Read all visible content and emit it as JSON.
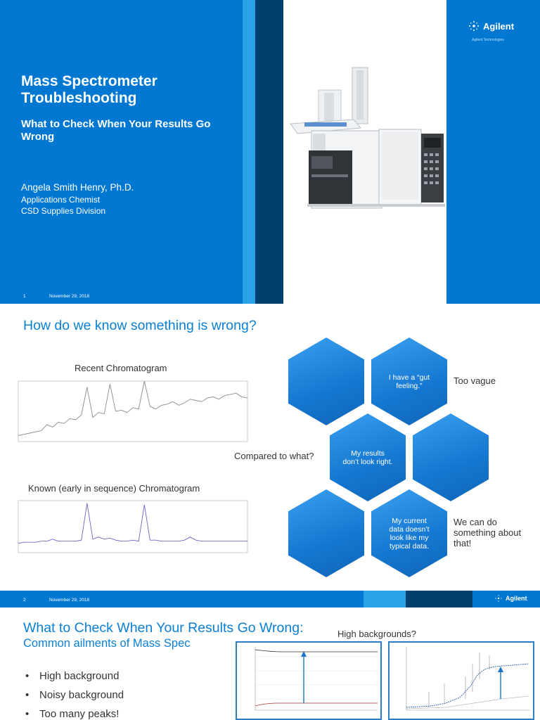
{
  "brand": {
    "name": "Agilent",
    "tagline": "Agilent Technologies",
    "colors": {
      "primary_blue": "#0078d2",
      "light_blue": "#27a3e6",
      "dark_blue": "#003f6e",
      "heading_blue": "#0a7fd6",
      "hex_blue": "#1577d0"
    }
  },
  "slide1": {
    "title": "Mass Spectrometer Troubleshooting",
    "subtitle": "What to Check When Your Results Go Wrong",
    "author": "Angela Smith Henry, Ph.D.",
    "role": "Applications Chemist",
    "division": "CSD Supplies Division",
    "slide_number": "1",
    "date": "November 29, 2018",
    "image_icon": "gc-ms-instrument-icon"
  },
  "slide2": {
    "heading": "How do we know something is wrong?",
    "recent_caption": "Recent Chromatogram",
    "known_caption": "Known (early in sequence) Chromatogram",
    "hexagons": [
      "",
      "I have a “gut feeling.”",
      "My results don’t look right.",
      "",
      "",
      "My current data doesn’t look like my typical data."
    ],
    "labels": {
      "too_vague": "Too vague",
      "compared": "Compared to what?",
      "can_do": "We can do something about that!"
    },
    "slide_number": "2",
    "date": "November 29, 2018"
  },
  "slide3": {
    "heading": "What to Check When Your Results Go Wrong:",
    "subheading": "Common ailments of Mass Spec",
    "bullets": [
      "High background",
      "Noisy background",
      "Too many peaks!"
    ],
    "high_backgrounds_label": "High backgrounds?"
  },
  "chart_data": [
    {
      "type": "line",
      "title": "Recent Chromatogram",
      "x": [
        0,
        1,
        2,
        3,
        4,
        5,
        6,
        7,
        8,
        9,
        10,
        11,
        12,
        13,
        14,
        15,
        16,
        17,
        18,
        19,
        20,
        21,
        22,
        23,
        24,
        25,
        26,
        27,
        28,
        29,
        30,
        31,
        32,
        33,
        34,
        35,
        36,
        37,
        38,
        39,
        40
      ],
      "values": [
        10,
        12,
        14,
        16,
        18,
        28,
        24,
        32,
        30,
        38,
        36,
        44,
        90,
        40,
        48,
        46,
        95,
        50,
        52,
        48,
        56,
        54,
        100,
        58,
        54,
        60,
        62,
        66,
        60,
        64,
        70,
        68,
        66,
        72,
        74,
        70,
        76,
        78,
        80,
        74,
        72
      ]
    },
    {
      "type": "line",
      "title": "Known (early in sequence) Chromatogram",
      "x": [
        0,
        1,
        2,
        3,
        4,
        5,
        6,
        7,
        8,
        9,
        10,
        11,
        12,
        13,
        14,
        15,
        16,
        17,
        18,
        19,
        20,
        21,
        22,
        23,
        24,
        25,
        26,
        27,
        28,
        29,
        30,
        31,
        32,
        33,
        34,
        35,
        36,
        37,
        38,
        39,
        40
      ],
      "values": [
        18,
        20,
        20,
        20,
        22,
        22,
        26,
        22,
        22,
        22,
        22,
        24,
        95,
        26,
        30,
        26,
        28,
        24,
        22,
        22,
        24,
        22,
        92,
        24,
        24,
        22,
        22,
        22,
        22,
        24,
        30,
        24,
        22,
        22,
        22,
        22,
        22,
        22,
        22,
        22,
        22
      ]
    }
  ]
}
